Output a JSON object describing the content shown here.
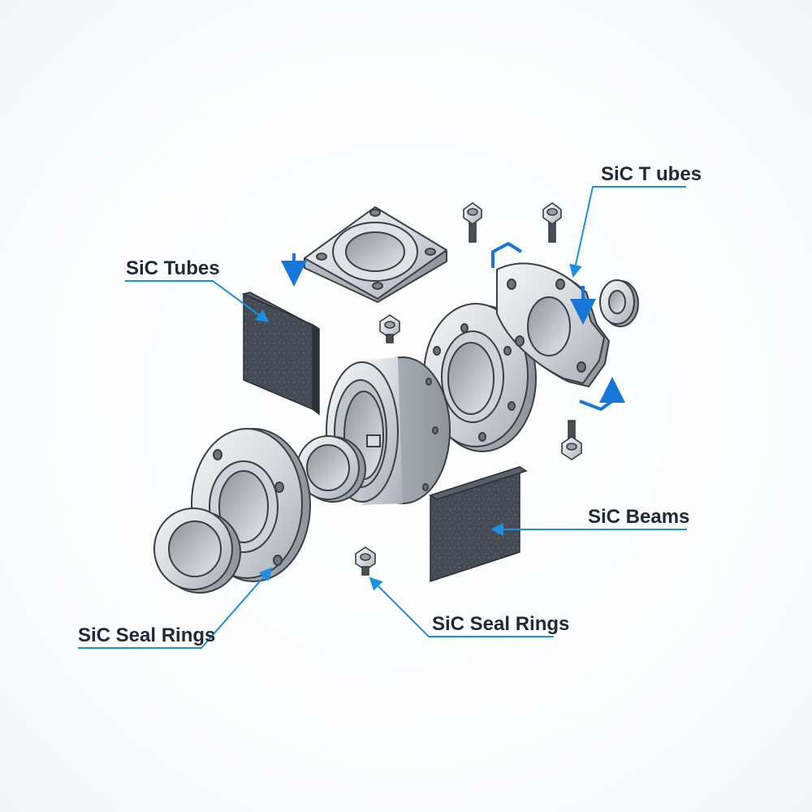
{
  "labels": {
    "top_left": "SiC Tubes",
    "top_right": "SiC T ubes",
    "mid_right": "SiC Beams",
    "bottom_left": "SiC Seal Rings",
    "bottom_mid": "SiC Seal Rings"
  },
  "colors": {
    "leader": "#1b8fe0",
    "arrow": "#1677d6",
    "metal_light": "#e9ebee",
    "metal_mid": "#c9cdd2",
    "metal_dark": "#8d9299",
    "outline": "#3a3f45",
    "sic_plate": "#3d434c"
  },
  "icons": [
    "direction-arrow-icon",
    "rotation-arrow-icon",
    "leader-line-icon"
  ]
}
